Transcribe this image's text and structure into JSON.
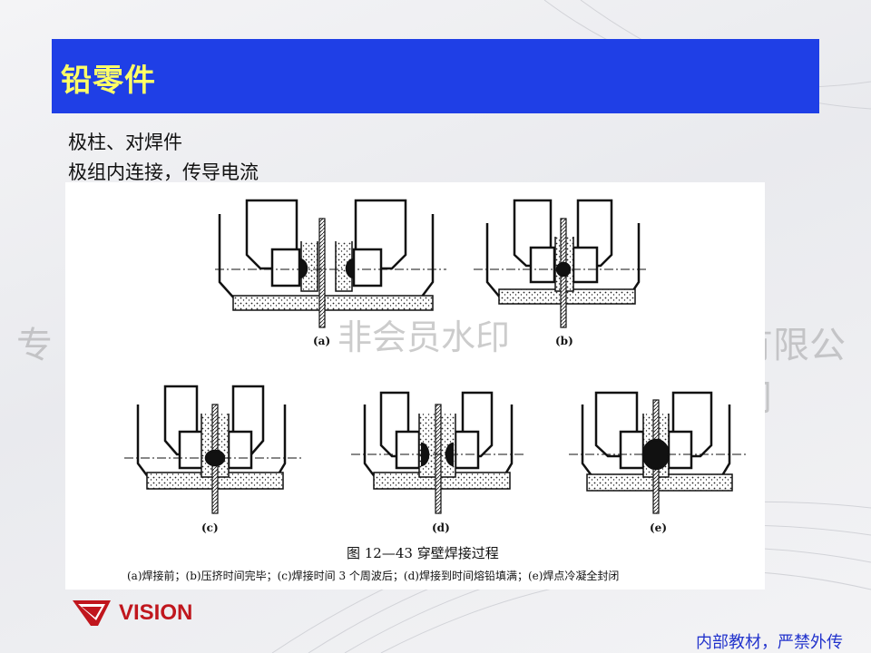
{
  "slide": {
    "title": "铅零件",
    "bullets": [
      "极柱、对焊件",
      "极组内连接，传导电流"
    ]
  },
  "watermark": {
    "left": "专",
    "middle": "非会员水印",
    "right": "有限公司"
  },
  "figure": {
    "panel_labels": [
      "(a)",
      "(b)",
      "(c)",
      "(d)",
      "(e)"
    ],
    "caption": "图 12—43   穿壁焊接过程",
    "note": "(a)焊接前；(b)压挤时间完毕；(c)焊接时间 3 个周波后；(d)焊接到时间熔铅填满；(e)焊点冷凝全封闭"
  },
  "logo": {
    "text": "VISION"
  },
  "footer": {
    "notice": "内部教材，严禁外传"
  },
  "colors": {
    "title_bar": "#1f3fe6",
    "title_text": "#ffff66",
    "logo": "#c0161d",
    "footer": "#2233cc"
  }
}
